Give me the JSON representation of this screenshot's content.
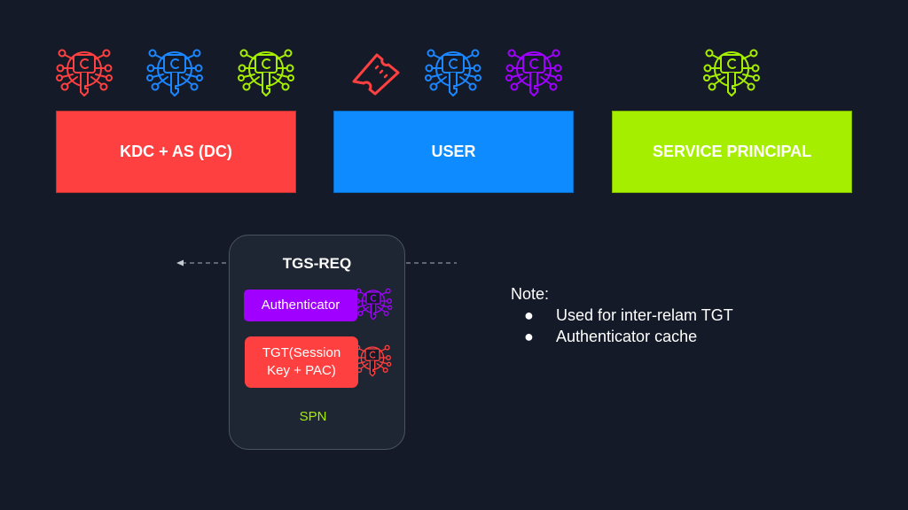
{
  "colors": {
    "red": "#ff4040",
    "blue": "#0d8bff",
    "green": "#a6ee00",
    "purple": "#9d00ff",
    "background": "#141a27"
  },
  "icons": [
    {
      "name": "red-key-network-icon",
      "color": "#ff4040"
    },
    {
      "name": "blue-key-network-icon",
      "color": "#1b86ff"
    },
    {
      "name": "green-key-network-icon",
      "color": "#a6ee00"
    },
    {
      "name": "red-ticket-icon",
      "color": "#ff4040"
    },
    {
      "name": "blue-key-network-icon",
      "color": "#1b86ff"
    },
    {
      "name": "purple-key-network-icon",
      "color": "#a000ff"
    },
    {
      "name": "green-key-network-icon",
      "color": "#a6ee00"
    }
  ],
  "actors": {
    "kdc": "KDC + AS (DC)",
    "user": "USER",
    "service": "SERVICE PRINCIPAL"
  },
  "tgs_req": {
    "title": "TGS-REQ",
    "authenticator": "Authenticator",
    "tgt": "TGT(Session Key + PAC)",
    "spn": "SPN",
    "authenticator_icon_color": "#a000ff",
    "tgt_icon_color": "#ff4040"
  },
  "note": {
    "heading": "Note:",
    "bullet": "●",
    "items": [
      "Used for inter-relam TGT",
      "Authenticator cache"
    ]
  }
}
